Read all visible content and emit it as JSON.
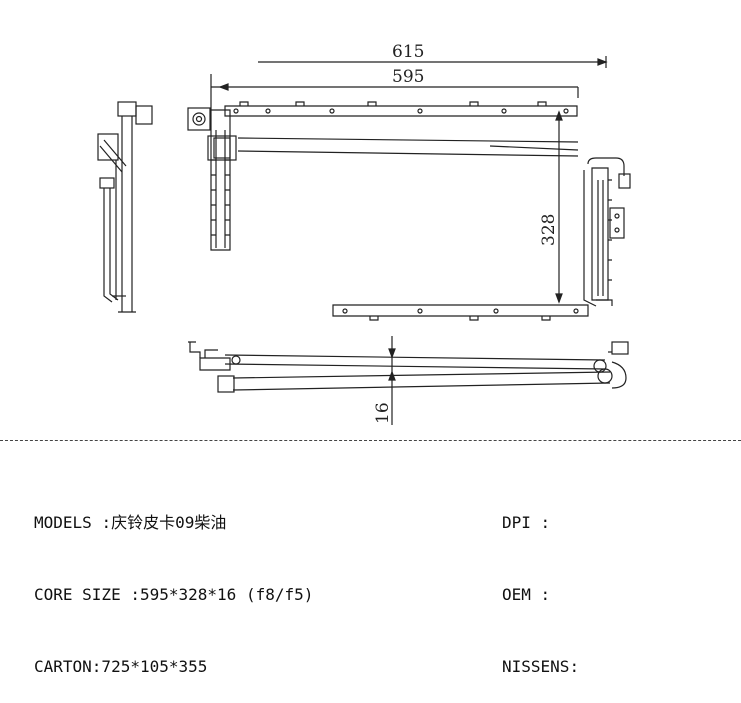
{
  "dimensions": {
    "overall_width": "615",
    "core_width": "595",
    "core_height": "328",
    "core_thickness": "16"
  },
  "specs": {
    "models_label": "MODELS",
    "models_value": ":庆铃皮卡09柴油",
    "core_size_label": "CORE SIZE",
    "core_size_value": ":595*328*16 (f8/f5)",
    "carton_label": "CARTON",
    "carton_value": ":725*105*355"
  },
  "references": {
    "dpi_label": "DPI",
    "dpi_value": ":",
    "oem_label": "OEM",
    "oem_value": ":",
    "nissens_label": "NISSENS",
    "nissens_value": ":"
  }
}
